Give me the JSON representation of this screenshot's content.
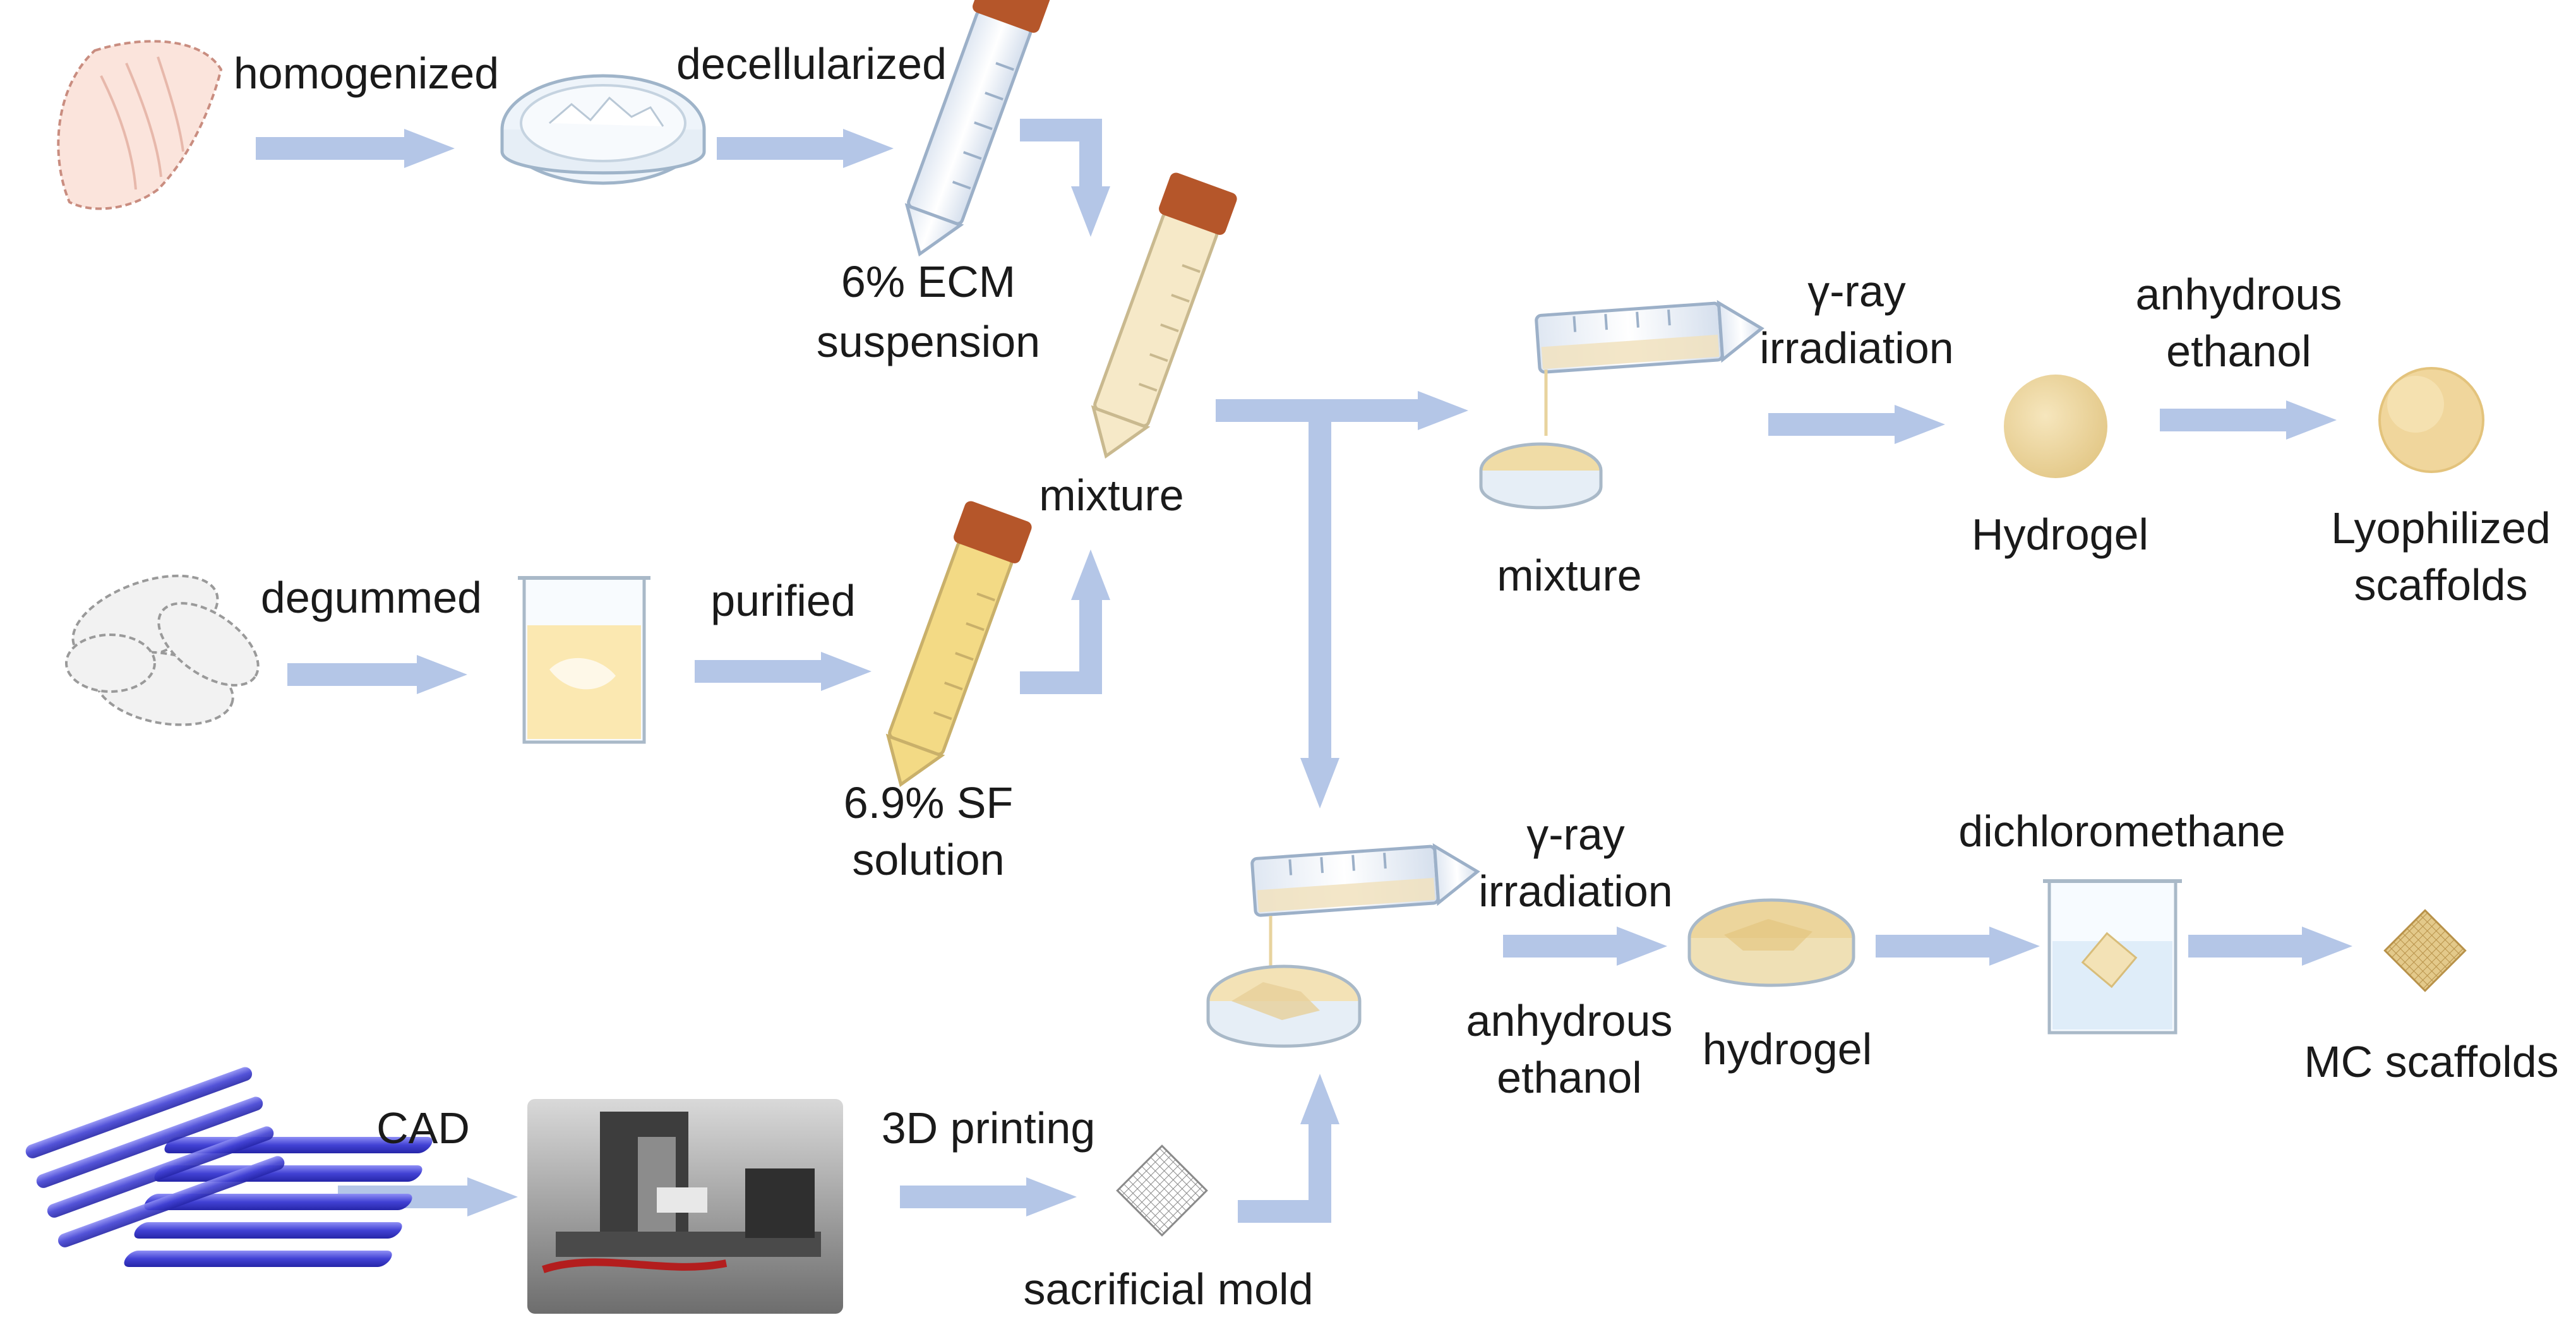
{
  "colors": {
    "arrow": "#b4c6e7",
    "tube_cap": "#b5562a",
    "ecm_fill": "#f4e6c4",
    "sf_fill": "#f2d67a",
    "hydrogel": "#ecd59c",
    "beaker_liquid": "#fbe6a8",
    "cad_rods": "#4a4ad8",
    "printer_body": "#5e5e5e"
  },
  "icons": [
    "tissue-icon",
    "petri-dish-icon",
    "centrifuge-tube-icon",
    "silkworm-cocoons-icon",
    "beaker-icon",
    "cad-lattice-icon",
    "bioprinter-photo-icon",
    "grid-mold-icon",
    "pouring-tube-icon",
    "hydrogel-disc-icon",
    "lyophilized-disc-icon",
    "mc-scaffold-icon"
  ],
  "labels": {
    "homogenized": "homogenized",
    "decellularized": "decellularized",
    "ecm_line1": "6% ECM",
    "ecm_line2": "suspension",
    "mixture_center": "mixture",
    "degummed": "degummed",
    "purified": "purified",
    "sf_line1": "6.9% SF",
    "sf_line2": "solution",
    "mixture_right": "mixture",
    "gamma1_line1": "γ-ray",
    "gamma1_line2": "irradiation",
    "hydrogel_upper": "Hydrogel",
    "ethanol1_line1": "anhydrous",
    "ethanol1_line2": "ethanol",
    "lyo_line1": "Lyophilized",
    "lyo_line2": "scaffolds",
    "gamma2_line1": "γ-ray",
    "gamma2_line2": "irradiation",
    "ethanol2_line1": "anhydrous",
    "ethanol2_line2": "ethanol",
    "hydrogel_lower": "hydrogel",
    "dichloromethane": "dichloromethane",
    "mc_scaffolds": "MC scaffolds",
    "cad": "CAD",
    "printing": "3D printing",
    "sacrificial_mold": "sacrificial mold"
  }
}
